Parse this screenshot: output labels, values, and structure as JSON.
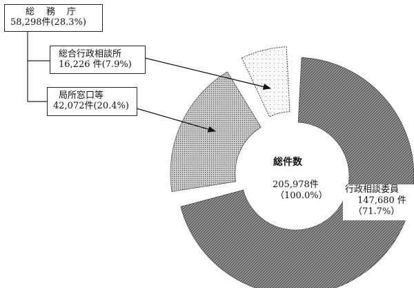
{
  "chart_data": {
    "type": "pie",
    "variant": "exploded donut",
    "total": {
      "title": "総件数",
      "count": "205,978件",
      "percent": "（100.0%）"
    },
    "slices": [
      {
        "name": "行政相談委員",
        "value": 147680,
        "percent": 71.7,
        "count_label": "147,680 件",
        "percent_label": "（71.7%）",
        "fill": "diagonal-hatch",
        "color": "#8c8c8c"
      },
      {
        "name": "局所窓口等",
        "value": 42072,
        "percent": 20.4,
        "count_label": "42,072件(20.4%)",
        "fill": "dots",
        "color": "#bdbdbd"
      },
      {
        "name": "総合行政相談所",
        "value": 16226,
        "percent": 7.9,
        "count_label": "16,226 件(7.9%)",
        "fill": "sparse-dots",
        "color": "#ececec"
      }
    ],
    "group": {
      "name": "総　務　庁",
      "count_label": "58,298件(28.3%)",
      "members": [
        "局所窓口等",
        "総合行政相談所"
      ]
    }
  }
}
